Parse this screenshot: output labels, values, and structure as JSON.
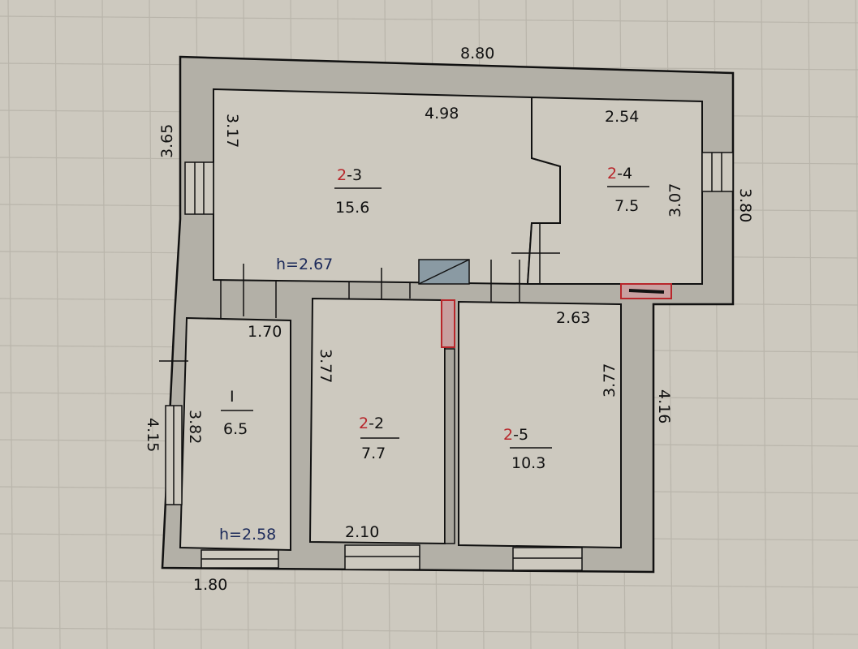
{
  "plan": {
    "overall_width": "8.80",
    "dimensions": {
      "top_left_height": "3.65",
      "right_height": "3.80",
      "room_2_3_width": "4.98",
      "room_2_3_depth": "3.17",
      "room_2_4_width": "2.54",
      "room_2_4_depth": "3.07",
      "ceiling_height_main": "h=2.67",
      "room_I_width": "1.70",
      "room_I_depth": "3.82",
      "left_lower_height": "4.15",
      "ceiling_height_I": "h=2.58",
      "bottom_left_width": "1.80",
      "room_2_2_depth": "3.77",
      "room_2_2_width": "2.10",
      "room_2_5_width": "2.63",
      "room_2_5_depth": "3.77",
      "right_lower_height": "4.16"
    },
    "rooms": [
      {
        "floor": "2",
        "number": "-3",
        "area": "15.6"
      },
      {
        "floor": "2",
        "number": "-4",
        "area": "7.5"
      },
      {
        "floor": "",
        "number": "I",
        "area": "6.5"
      },
      {
        "floor": "2",
        "number": "-2",
        "area": "7.7"
      },
      {
        "floor": "2",
        "number": "-5",
        "area": "10.3"
      }
    ],
    "colors": {
      "paper": "#cdc9bf",
      "wall": "#b3b0a7",
      "ink": "#111111",
      "red": "#b8262b",
      "blue": "#1c2a5a"
    }
  }
}
